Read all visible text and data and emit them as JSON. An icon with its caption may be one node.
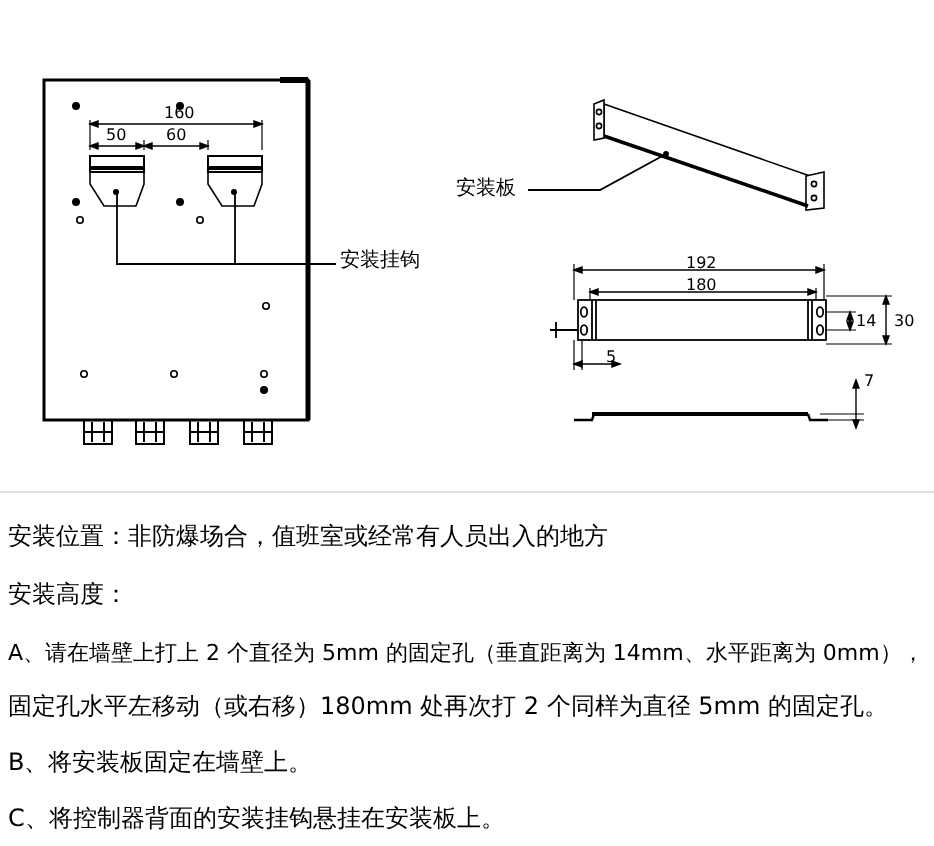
{
  "diagram": {
    "nodes": [
      {
        "text": [
          "安装挂钩"
        ]
      },
      {
        "text": [],
        "shape": "box"
      },
      {
        "text": [],
        "shape": "box"
      },
      {
        "text": [
          "安装板"
        ]
      },
      {
        "text": [],
        "shape": "picture"
      }
    ],
    "edges": [
      {
        "from": 0,
        "to": 1,
        "arrow": "none"
      },
      {
        "from": 0,
        "to": 2,
        "arrow": "none"
      },
      {
        "from": 3,
        "to": 4,
        "arrow": "other"
      }
    ],
    "labels": [
      "160",
      "50",
      "60",
      "192",
      "180",
      "14",
      "30",
      "5",
      "7",
      "安装位置：非防爆场合，值班室或经常有人员出入的地方",
      "安装高度：",
      "A、请在墙壁上打上 2 个直径为 5mm 的固定孔（垂直距离为 14mm、水平距离为 0mm），",
      "固定孔水平左移动（或右移）180mm 处再次打 2 个同样为直径 5mm 的固定孔。",
      "B、将安装板固定在墙壁上。",
      "C、将控制器背面的安装挂钩悬挂在安装板上。"
    ]
  }
}
